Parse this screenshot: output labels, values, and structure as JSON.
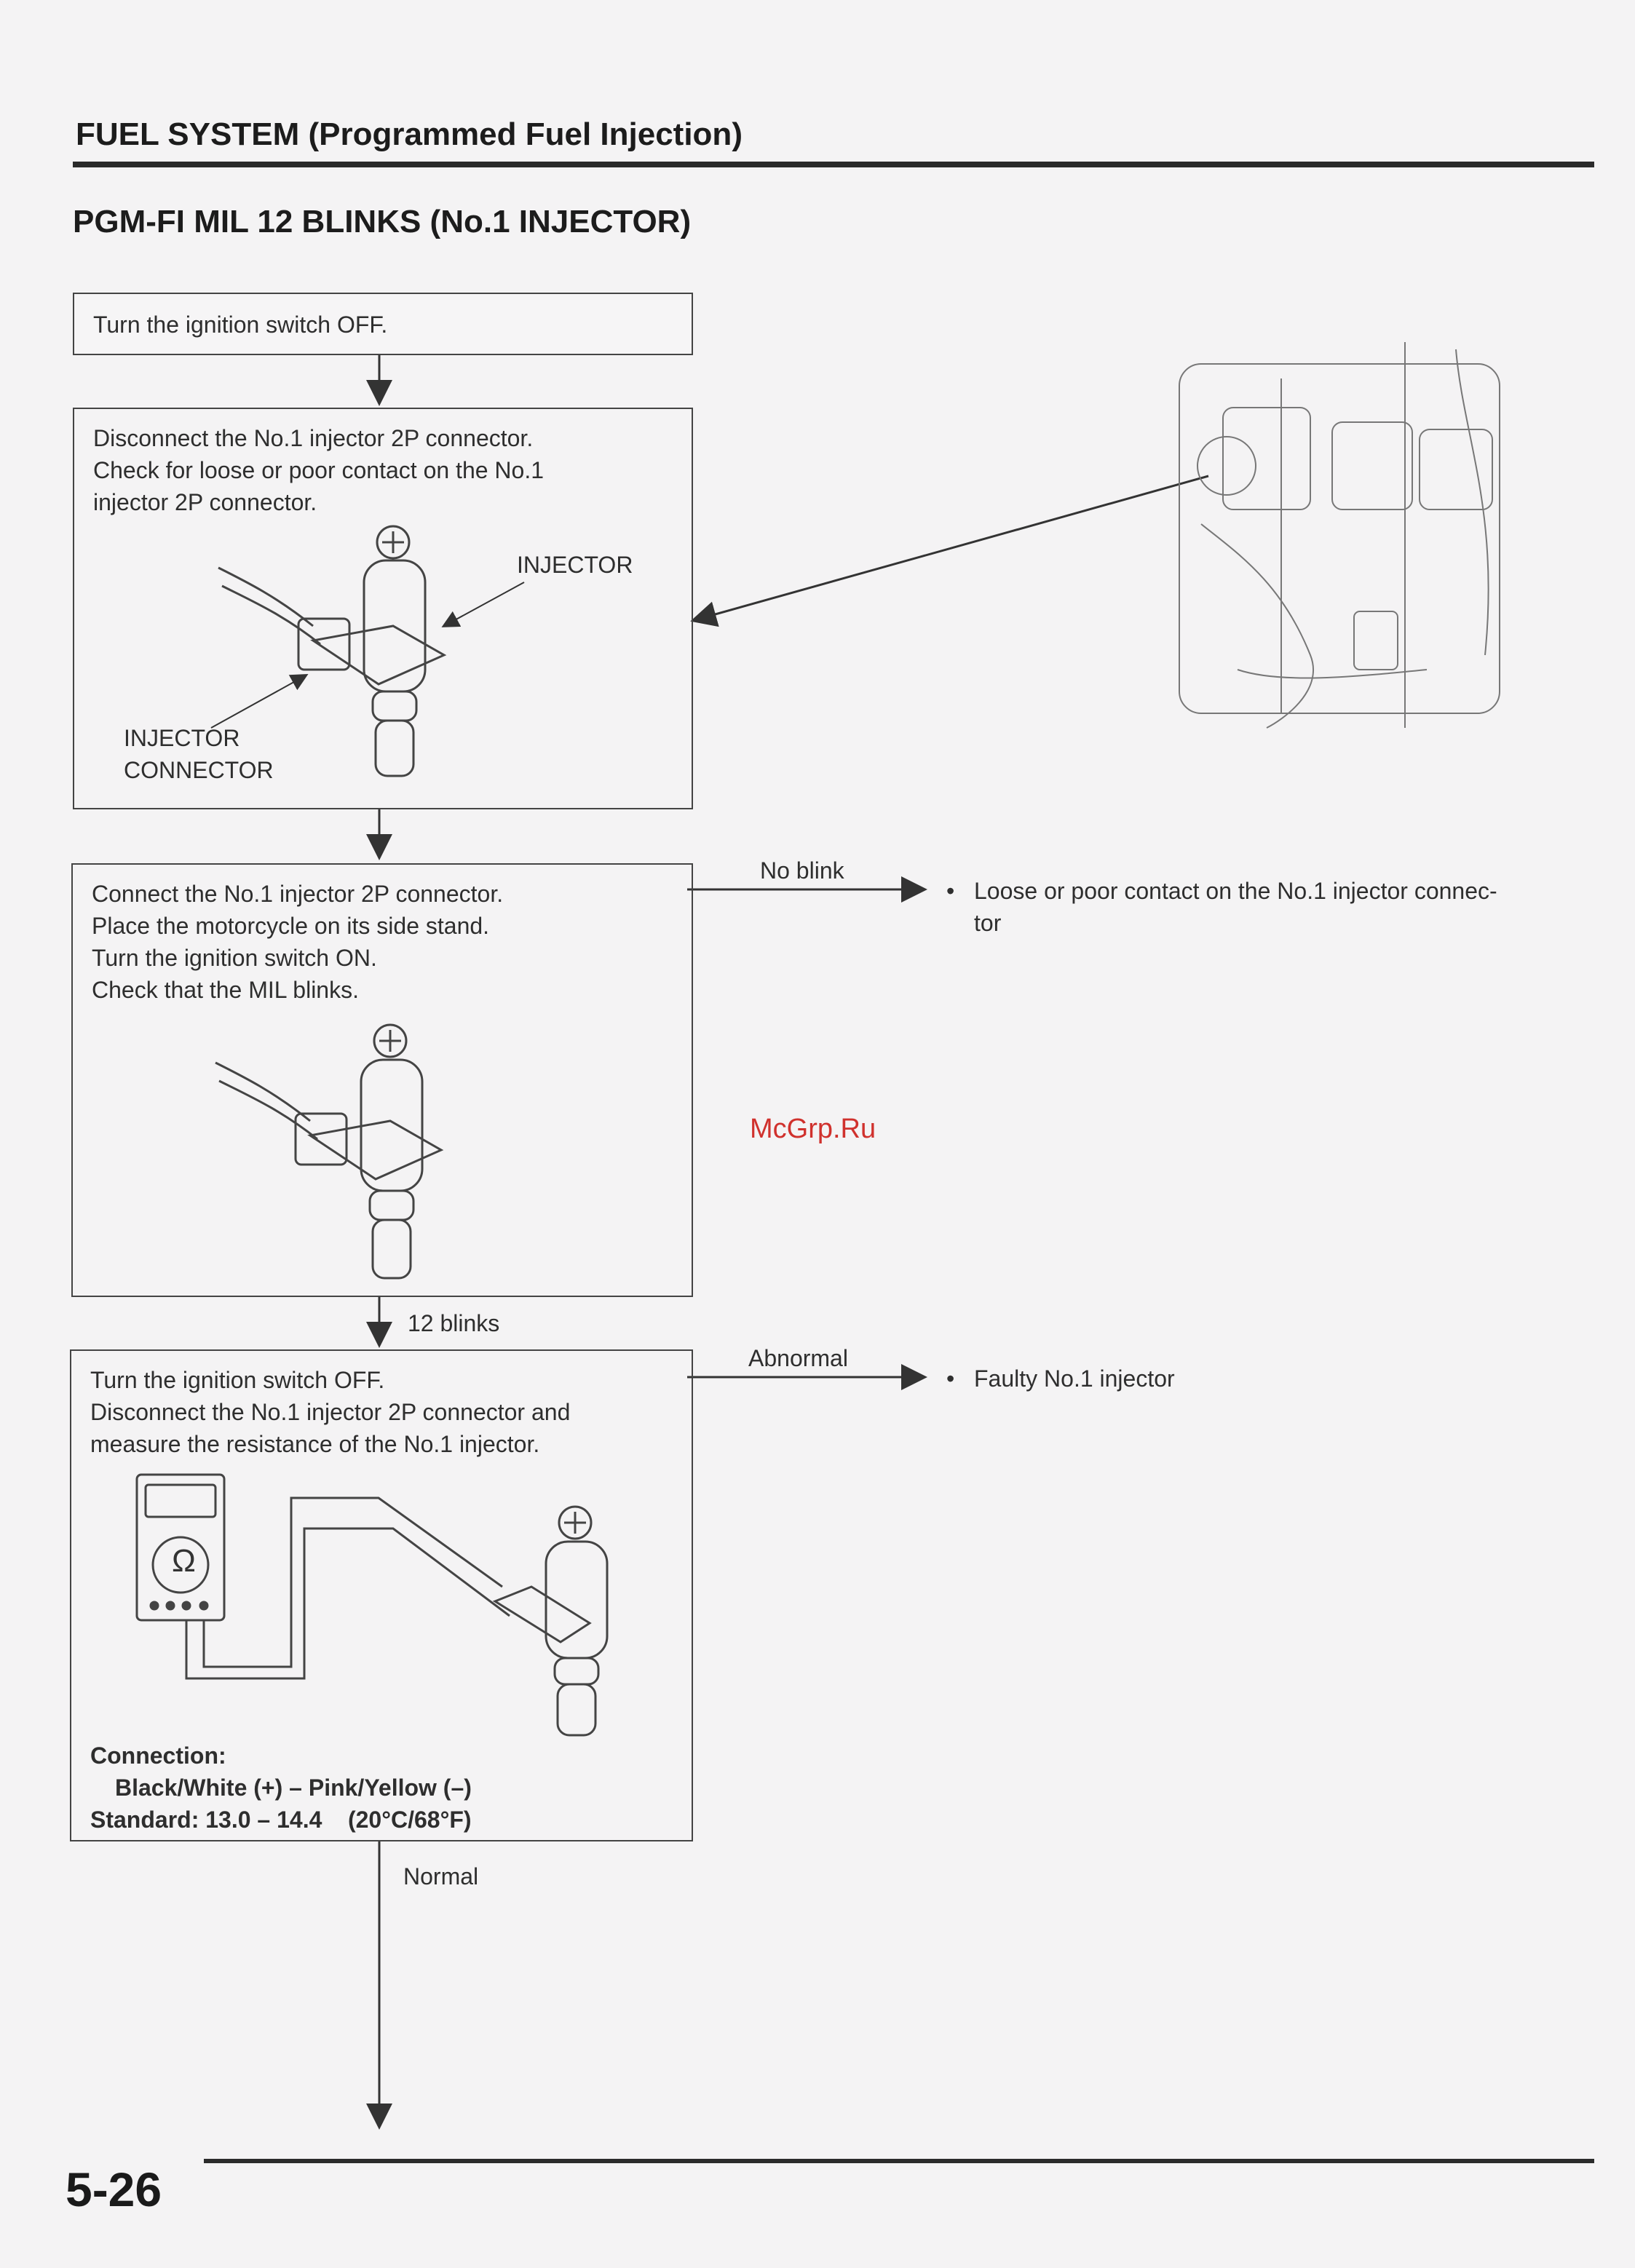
{
  "header": {
    "title": "FUEL SYSTEM (Programmed Fuel Injection)"
  },
  "section": {
    "title": "PGM-FI MIL 12 BLINKS (No.1 INJECTOR)"
  },
  "steps": [
    {
      "lines": [
        "Turn the ignition switch OFF."
      ]
    },
    {
      "lines": [
        "Disconnect the No.1 injector 2P connector.",
        "Check for loose or poor contact on the No.1",
        "injector 2P connector."
      ],
      "callouts": {
        "injector": "INJECTOR",
        "connector_line1": "INJECTOR",
        "connector_line2": "CONNECTOR"
      }
    },
    {
      "lines": [
        "Connect the No.1 injector 2P connector.",
        "Place the motorcycle on its side stand.",
        "Turn the ignition switch ON.",
        "Check that the MIL blinks."
      ]
    },
    {
      "lines": [
        "Turn the ignition switch OFF.",
        "Disconnect the No.1 injector 2P connector and",
        "measure the resistance of the No.1 injector."
      ],
      "connection_label": "Connection:",
      "connection_value": "Black/White (+) – Pink/Yellow (–)",
      "standard": "Standard: 13.0 – 14.4    (20°C/68°F)",
      "meter_symbol": "Ω"
    }
  ],
  "branches": {
    "no_blink": "No blink",
    "no_blink_result_line1": "Loose or poor contact on the No.1 injector connec-",
    "no_blink_result_line2": "tor",
    "twelve_blinks": "12 blinks",
    "abnormal": "Abnormal",
    "abnormal_result": "Faulty No.1 injector",
    "normal": "Normal",
    "bullet": "•"
  },
  "watermark": "McGrp.Ru",
  "page_number": "5-26",
  "icons": [
    "injector-illustration",
    "engine-illustration",
    "multimeter-icon"
  ]
}
